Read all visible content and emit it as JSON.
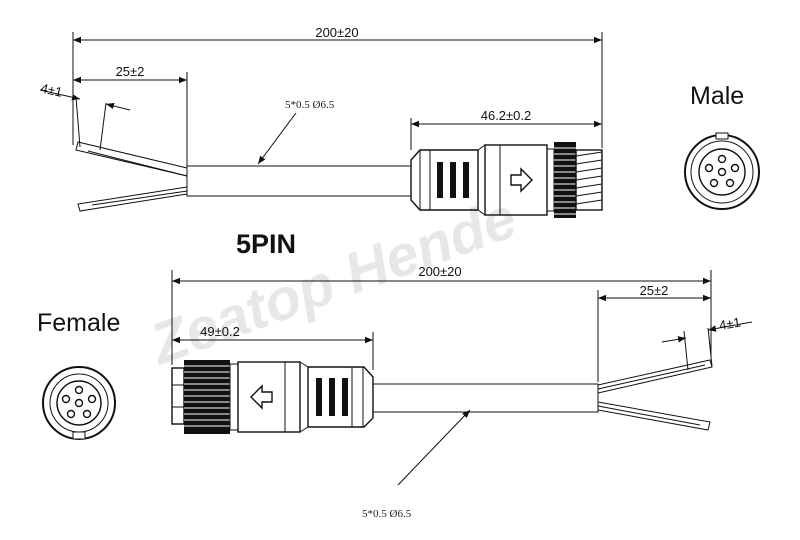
{
  "title": "5PIN",
  "watermark": "Zeatop Hende",
  "male": {
    "label": "Male",
    "overall_length": "200±20",
    "strip_length": "25±2",
    "wire_tip": "4±1",
    "cable_spec": "5*0.5  Ø6.5",
    "connector_length": "46.2±0.2"
  },
  "female": {
    "label": "Female",
    "overall_length": "200±20",
    "strip_length": "25±2",
    "wire_tip": "4±1",
    "cable_spec": "5*0.5  Ø6.5",
    "connector_length": "49±0.2"
  },
  "colors": {
    "line": "#111111",
    "background": "#ffffff"
  }
}
